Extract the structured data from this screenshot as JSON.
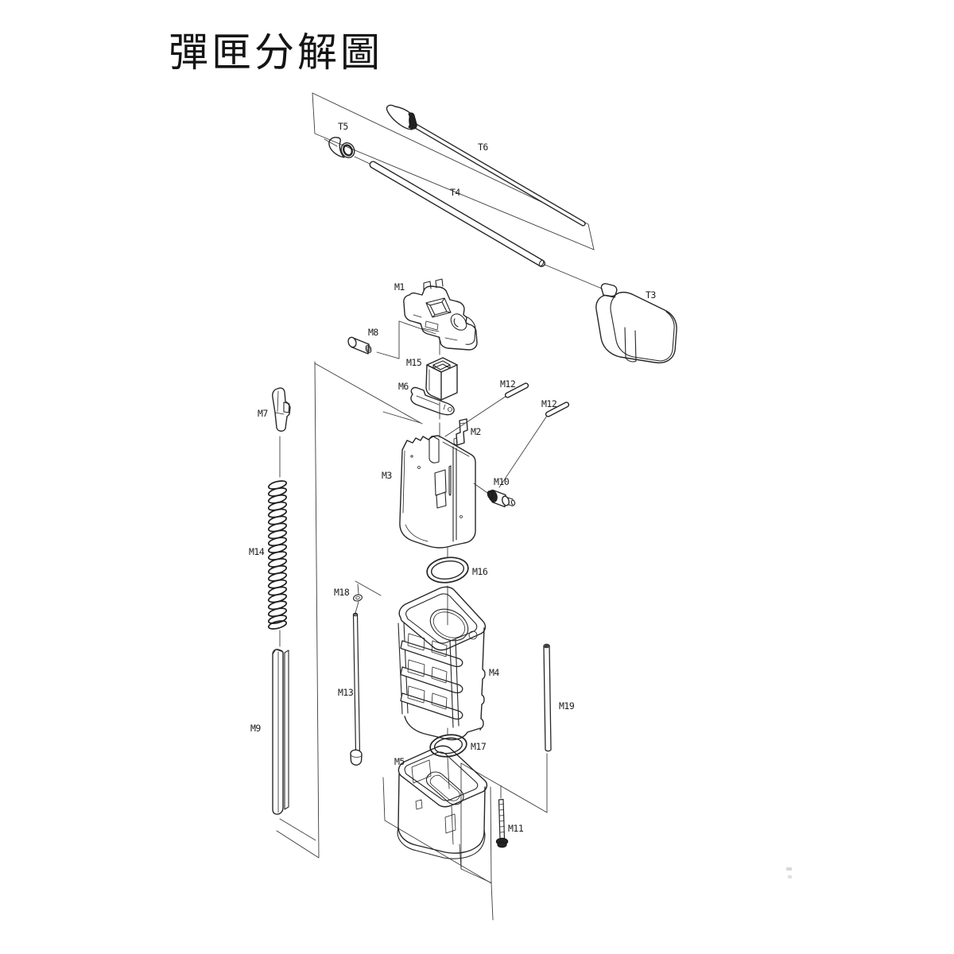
{
  "title": {
    "text": "彈匣分解圖"
  },
  "canvas": {
    "background": "#ffffff",
    "ink": "#272727",
    "construction_line": "#3c3c3c"
  },
  "diagram": {
    "description": "magazine exploded parts diagram",
    "labels": [
      {
        "id": "T5",
        "text": "T5"
      },
      {
        "id": "T6",
        "text": "T6"
      },
      {
        "id": "T4",
        "text": "T4"
      },
      {
        "id": "T3",
        "text": "T3"
      },
      {
        "id": "M1",
        "text": "M1"
      },
      {
        "id": "M8",
        "text": "M8"
      },
      {
        "id": "M15",
        "text": "M15"
      },
      {
        "id": "M6",
        "text": "M6"
      },
      {
        "id": "M12a",
        "text": "M12"
      },
      {
        "id": "M12b",
        "text": "M12"
      },
      {
        "id": "M2",
        "text": "M2"
      },
      {
        "id": "M3",
        "text": "M3"
      },
      {
        "id": "M10",
        "text": "M10"
      },
      {
        "id": "M7",
        "text": "M7"
      },
      {
        "id": "M14",
        "text": "M14"
      },
      {
        "id": "M16",
        "text": "M16"
      },
      {
        "id": "M18",
        "text": "M18"
      },
      {
        "id": "M13",
        "text": "M13"
      },
      {
        "id": "M4",
        "text": "M4"
      },
      {
        "id": "M9",
        "text": "M9"
      },
      {
        "id": "M19",
        "text": "M19"
      },
      {
        "id": "M17",
        "text": "M17"
      },
      {
        "id": "M5",
        "text": "M5"
      },
      {
        "id": "M11",
        "text": "M11"
      }
    ]
  }
}
